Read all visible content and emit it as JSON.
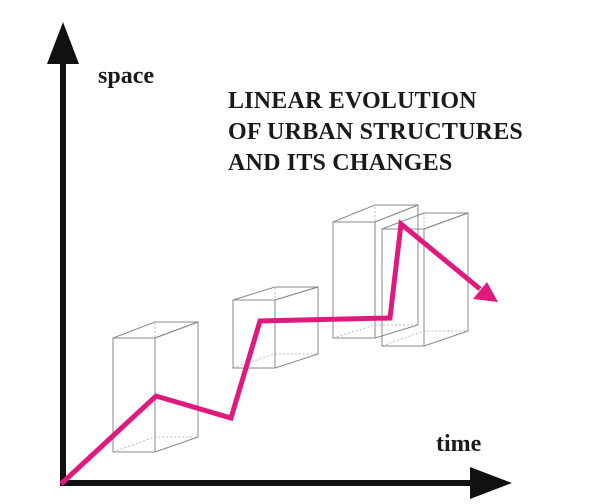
{
  "axes": {
    "y_label": "space",
    "x_label": "time"
  },
  "title_lines": [
    "LINEAR EVOLUTION",
    "OF URBAN STRUCTURES",
    "AND ITS CHANGES"
  ],
  "colors": {
    "axis": "#111111",
    "path": "#e0197f",
    "box_edges": "#8a8a8a",
    "text": "#1a1a1a"
  },
  "icons": {
    "y_axis_arrow": "arrow-up-icon",
    "x_axis_arrow": "arrow-right-icon",
    "path_arrow": "arrow-head-icon"
  }
}
